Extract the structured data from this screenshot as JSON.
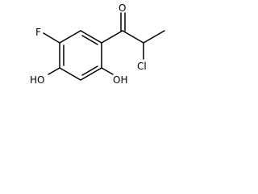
{
  "molecule": {
    "atoms": {
      "oxygen_carbonyl": "O",
      "fluorine": "F",
      "chlorine": "Cl",
      "hydroxyl_left": "HO",
      "hydroxyl_right": "OH"
    }
  }
}
